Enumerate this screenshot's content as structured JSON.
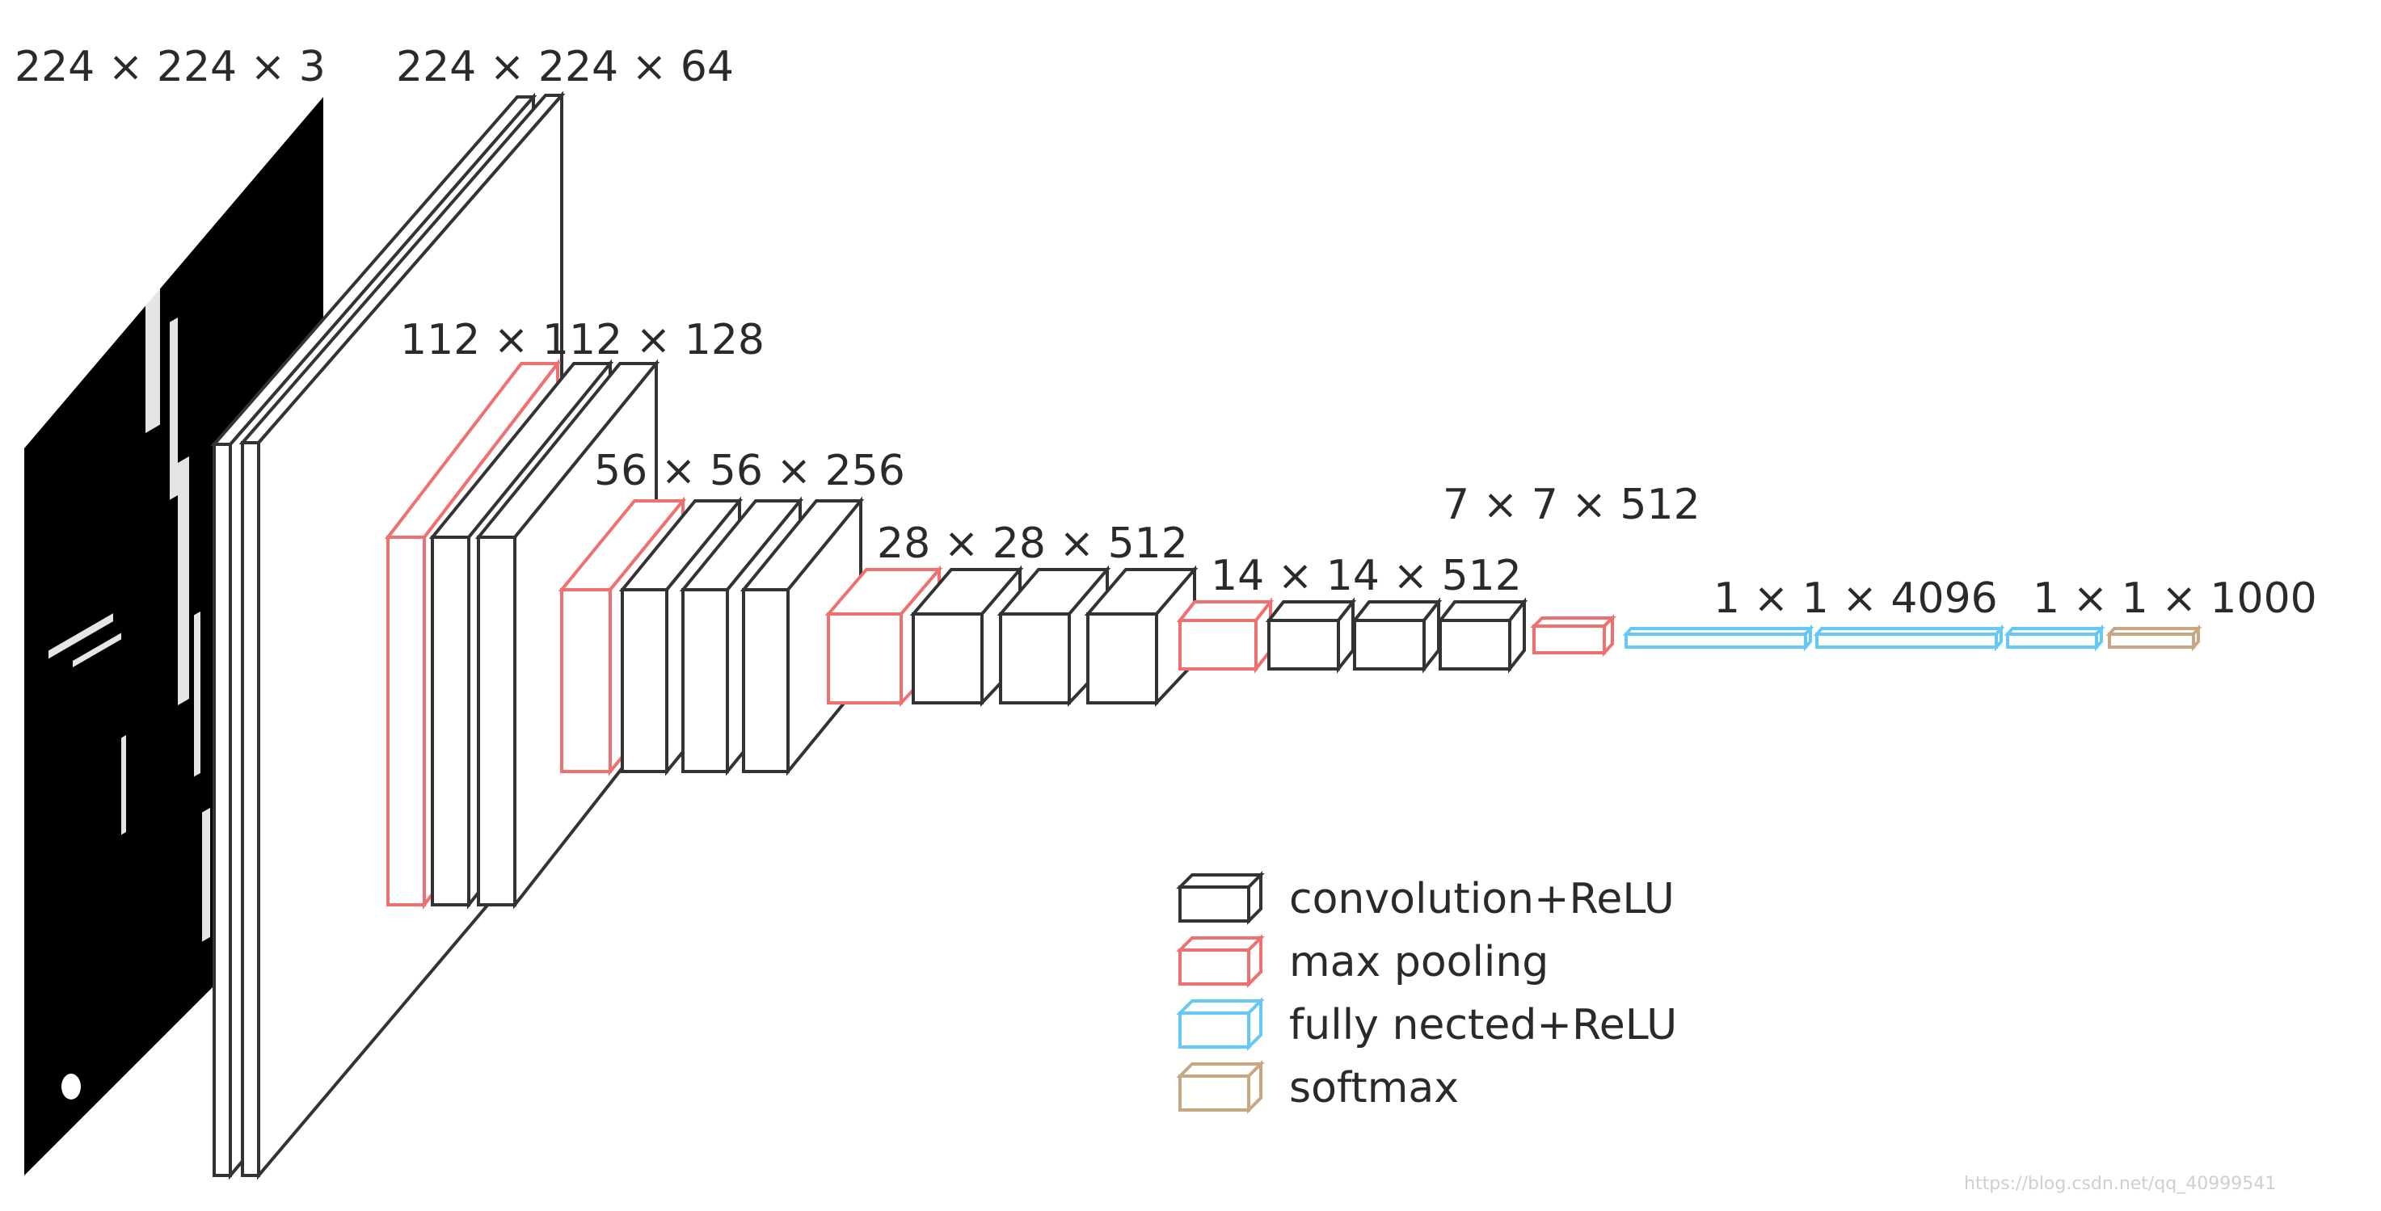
{
  "colors": {
    "convolution": "#333333",
    "max_pooling": "#f07070",
    "fully_connected": "#66c8f5",
    "softmax": "#c8a882",
    "input_image": "#000000"
  },
  "dimension_labels": {
    "input": "224 × 224 × 3",
    "block1": "224 × 224 × 64",
    "block2": "112 × 112 × 128",
    "block3": "56 × 56 × 256",
    "block4": "28 × 28 × 512",
    "block5": "14 × 14 × 512",
    "pool5": "7 × 7 × 512",
    "fc": "1 × 1 × 4096",
    "output": "1 × 1 × 1000"
  },
  "legend": {
    "convolution": "convolution+ReLU",
    "max_pooling": "max pooling",
    "fully_connected": "fully nected+ReLU",
    "softmax": "softmax"
  },
  "watermark": "https://blog.csdn.net/qq_40999541"
}
